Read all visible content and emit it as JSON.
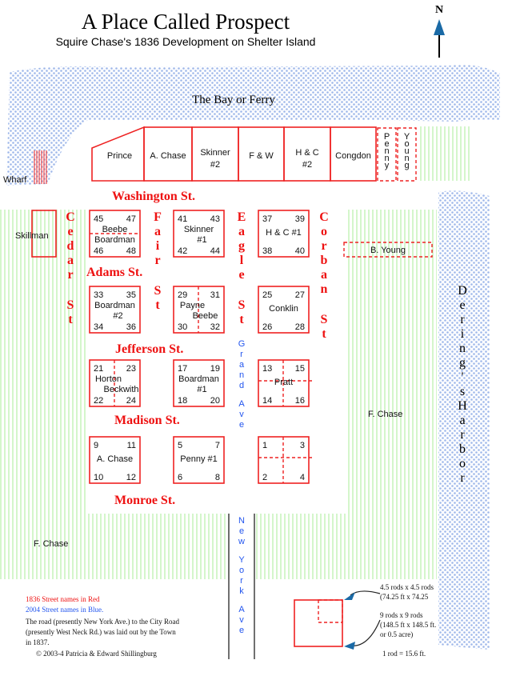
{
  "title": "A Place Called Prospect",
  "subtitle": "Squire Chase's 1836 Development on Shelter Island",
  "north_label": "N",
  "bay_label": "The Bay or Ferry",
  "wharf_label": "Wharf",
  "harbor_label": "Dering's Harbor",
  "f_chase_right": "F. Chase",
  "f_chase_left": "F. Chase",
  "skillman": "Skillman",
  "b_young": "B. Young",
  "waterfront_lots": [
    "Prince",
    "A. Chase",
    "Skinner #2",
    "F & W",
    "H & C #2",
    "Congdon"
  ],
  "waterfront_small_lots": [
    "Penny",
    "Young"
  ],
  "streets_1836": {
    "washington": "Washington St.",
    "adams": "Adams St.",
    "jefferson": "Jefferson St.",
    "madison": "Madison St.",
    "monroe": "Monroe St.",
    "cedar": "Cedar St",
    "fair": "Fair St",
    "eagle": "Eagle St",
    "corban": "Corban St"
  },
  "streets_2004": {
    "grand": "Grand Ave",
    "new_york": "New York Ave"
  },
  "blocks": [
    {
      "lots": [
        "45",
        "47",
        "46",
        "48"
      ],
      "owners": [
        "Beebe",
        "Boardman"
      ],
      "division": "h"
    },
    {
      "lots": [
        "41",
        "43",
        "42",
        "44"
      ],
      "owners": [
        "Skinner",
        "#1"
      ],
      "division": "none"
    },
    {
      "lots": [
        "37",
        "39",
        "38",
        "40"
      ],
      "owners": [
        "H & C #1"
      ],
      "division": "none"
    },
    {
      "lots": [
        "33",
        "35",
        "34",
        "36"
      ],
      "owners": [
        "Boardman",
        "#2"
      ],
      "division": "none"
    },
    {
      "lots": [
        "29",
        "31",
        "30",
        "32"
      ],
      "owners": [
        "Payne",
        "Beebe"
      ],
      "division": "v"
    },
    {
      "lots": [
        "25",
        "27",
        "26",
        "28"
      ],
      "owners": [
        "Conklin"
      ],
      "division": "none"
    },
    {
      "lots": [
        "21",
        "23",
        "22",
        "24"
      ],
      "owners": [
        "Horton",
        "Beckwith"
      ],
      "division": "v"
    },
    {
      "lots": [
        "17",
        "19",
        "18",
        "20"
      ],
      "owners": [
        "Boardman",
        "#1"
      ],
      "division": "none"
    },
    {
      "lots": [
        "13",
        "15",
        "14",
        "16"
      ],
      "owners": [
        "Pratt"
      ],
      "division": "both"
    },
    {
      "lots": [
        "9",
        "11",
        "10",
        "12"
      ],
      "owners": [
        "A. Chase"
      ],
      "division": "none"
    },
    {
      "lots": [
        "5",
        "7",
        "6",
        "8"
      ],
      "owners": [
        "Penny #1"
      ],
      "division": "none"
    },
    {
      "lots": [
        "1",
        "3",
        "2",
        "4"
      ],
      "owners": [],
      "division": "both"
    }
  ],
  "legend": {
    "red": "1836 Street names in Red",
    "blue": "2004 Street names in Blue.",
    "note_lines": [
      "The road (presently New York Ave.) to the City Road",
      "(presently West Neck Rd.) was laid out by the Town",
      "in 1837."
    ],
    "copyright": "© 2003-4 Patricia & Edward Shillingburg",
    "small_lot": [
      "4.5 rods x 4.5 rods",
      "(74.25 ft x 74.25"
    ],
    "big_lot": [
      "9 rods x 9 rods",
      "(148.5 ft x 148.5 ft.",
      "or 0.5 acre)"
    ],
    "rod": "1 rod = 15.6 ft."
  },
  "colors": {
    "red": "#ee2222",
    "blue": "#2255ee",
    "water": "#9fb8ea",
    "green": "#b8f0a8"
  }
}
